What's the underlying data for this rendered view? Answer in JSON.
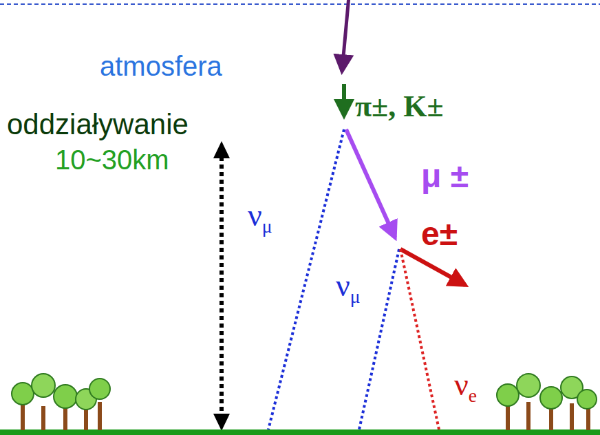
{
  "diagram": {
    "labels": [
      "atmosfera",
      "oddziaływanie",
      "10~30km",
      "π±, K±",
      "μ ±",
      "e±",
      "νμ",
      "νμ",
      "νe"
    ]
  }
}
